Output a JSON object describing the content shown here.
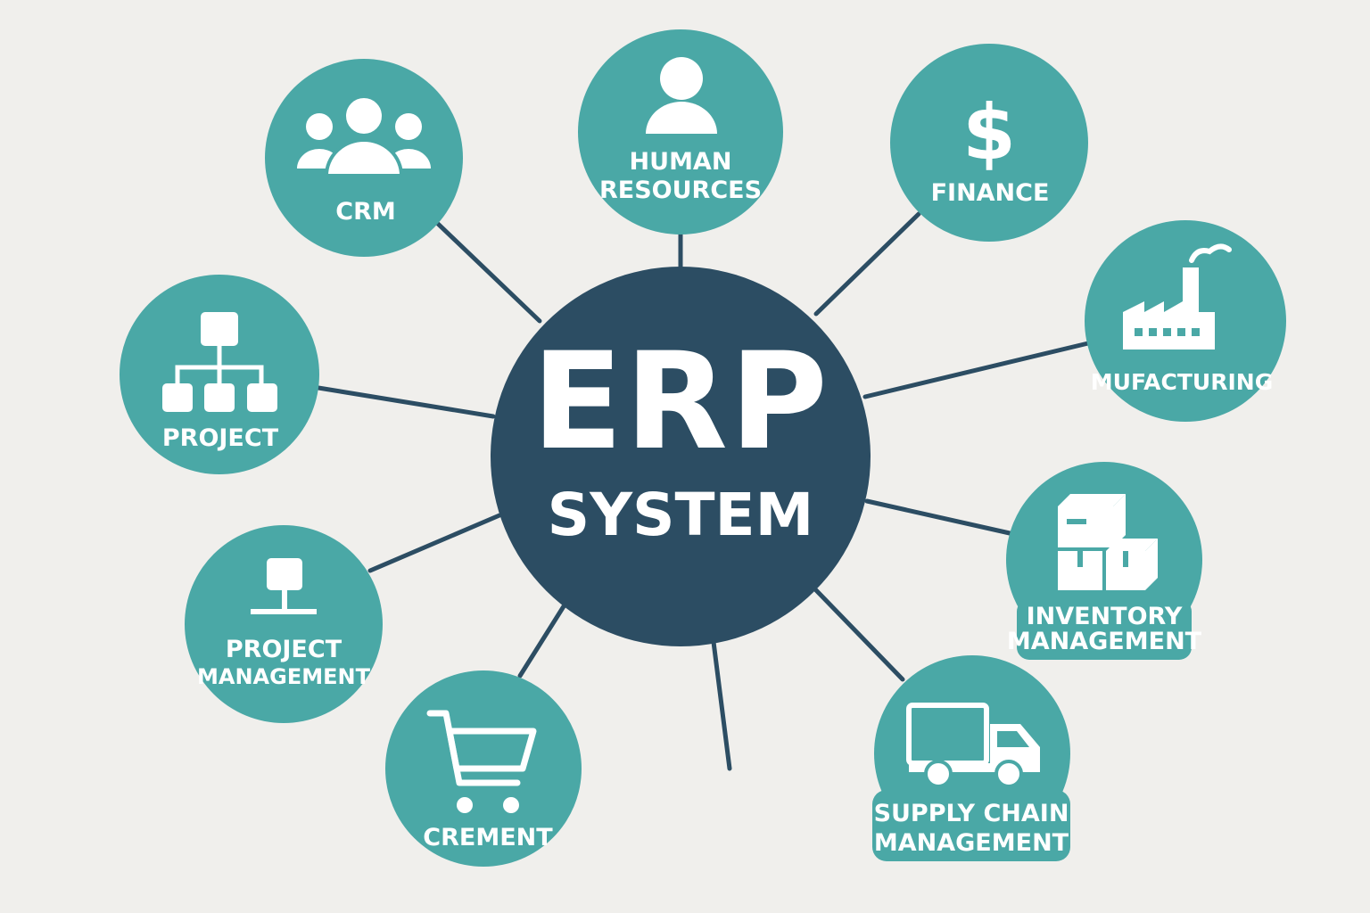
{
  "colors": {
    "background": "#f0efec",
    "hub": "#2c4d63",
    "module": "#4aa8a6",
    "connector": "#2c4d63",
    "text": "#ffffff"
  },
  "hub": {
    "title": "ERP",
    "subtitle": "SYSTEM"
  },
  "modules": {
    "crm": {
      "icon": "people-group-icon",
      "lines": [
        "CRM"
      ]
    },
    "hr": {
      "icon": "person-icon",
      "lines": [
        "HUMAN",
        "RESOURCES"
      ]
    },
    "finance": {
      "icon": "dollar-sign-icon",
      "lines": [
        "FINANCE"
      ]
    },
    "manufacturing": {
      "icon": "factory-icon",
      "lines": [
        "MUFACTURING"
      ]
    },
    "inventory": {
      "icon": "boxes-icon",
      "lines": [
        "INVENTORY",
        "MANAGEMENT"
      ]
    },
    "supply": {
      "icon": "truck-icon",
      "lines": [
        "SUPPLY CHAIN",
        "MANAGEMENT"
      ]
    },
    "procurement": {
      "icon": "shopping-cart-icon",
      "lines": [
        "CREMENT"
      ]
    },
    "pm": {
      "icon": "node-icon",
      "lines": [
        "PROJECT",
        "MANAGEMENT"
      ]
    },
    "project": {
      "icon": "org-chart-icon",
      "lines": [
        "PROJECT"
      ]
    }
  }
}
